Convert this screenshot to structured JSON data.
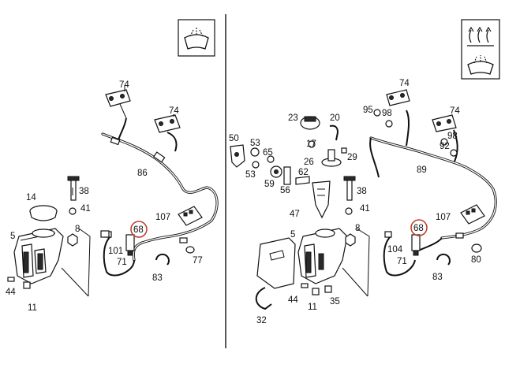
{
  "colors": {
    "ink": "#111111",
    "background": "#ffffff",
    "highlight_circle": "#c0392b"
  },
  "icons": {
    "left": "windshield-wiper-spray-icon",
    "right": "rear-window-heater-wiper-icon"
  },
  "left": {
    "labels": {
      "p74a": "74",
      "p74b": "74",
      "p86": "86",
      "p38": "38",
      "p14": "14",
      "p41": "41",
      "p5": "5",
      "p8": "8",
      "p68": "68",
      "p71": "71",
      "p101": "101",
      "p107": "107",
      "p77": "77",
      "p83": "83",
      "p44": "44",
      "p11": "11"
    }
  },
  "right": {
    "labels": {
      "p74a": "74",
      "p95": "95",
      "p98a": "98",
      "p74b": "74",
      "p98b": "98",
      "p92": "92",
      "p89": "89",
      "p23": "23",
      "p20": "20",
      "p17": "17",
      "p26": "26",
      "p29": "29",
      "p50": "50",
      "p53a": "53",
      "p65": "65",
      "p53b": "53",
      "p62": "62",
      "p59": "59",
      "p56": "56",
      "p38": "38",
      "p47": "47",
      "p41": "41",
      "p107": "107",
      "p68": "68",
      "p104": "104",
      "p71": "71",
      "p5": "5",
      "p8": "8",
      "p80": "80",
      "p83": "83",
      "p44": "44",
      "p11": "11",
      "p35": "35",
      "p32": "32"
    }
  }
}
